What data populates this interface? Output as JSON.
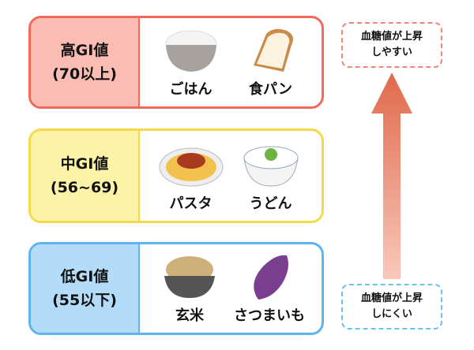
{
  "levels": [
    {
      "title": "高GI値",
      "range": "(70以上)",
      "color": "#f06a5a",
      "fill": "#fbbcb3",
      "foods": [
        "ごはん",
        "食パン"
      ]
    },
    {
      "title": "中GI値",
      "range": "(56~69)",
      "color": "#f5d94a",
      "fill": "#fdf3a6",
      "foods": [
        "パスタ",
        "うどん"
      ]
    },
    {
      "title": "低GI値",
      "range": "(55以下)",
      "color": "#5fb3ee",
      "fill": "#b3dcf8",
      "foods": [
        "玄米",
        "さつまいも"
      ]
    }
  ],
  "notes": {
    "top": {
      "line1": "血糖値が上昇",
      "line2": "しやすい"
    },
    "bottom": {
      "line1": "血糖値が上昇",
      "line2": "しにくい"
    }
  },
  "arrow_colors": [
    "#f9c8bb",
    "#df6a4c"
  ]
}
